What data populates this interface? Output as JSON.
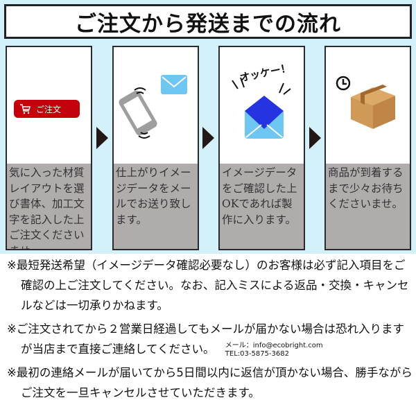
{
  "title": "ご注文から発送までの流れ",
  "steps": [
    {
      "text": "気に入った材質レイアウトを選び書体、加工文字を記入した上ご注文くださいませ。",
      "button_label": "ご注文",
      "icon": "cart-icon"
    },
    {
      "text": "仕上がりイメージデータをメールでお送り致します。",
      "icon": "phone-mail-icon"
    },
    {
      "text": "イメージデータをご確認した上OKであれば製作に入ります。",
      "badge": "オッケー！",
      "icon": "open-envelope-icon"
    },
    {
      "text": "商品が到着するまで少々お待ちくださいませ。",
      "icon": "box-clock-icon"
    }
  ],
  "notes": [
    "※最短発送希望（イメージデータ確認必要なし）のお客様は必ず記入項目をご確認の上ご注文してください。なお、記入ミスによる返品・交換・キャンセルなどは一切承りかねます。",
    "※ご注文されてから２営業日経過してもメールが届かない場合は恐れ入りますが当店まで直接ご連絡してください。",
    "※最初の連絡メールが届いてから5日間以内に返信が頂かない場合、勝手ながらご注文を一旦キャンセルさせていただきます。"
  ],
  "contact": {
    "email": "メール：info@ecobright.com",
    "tel": "TEL:03-5875-3682"
  }
}
